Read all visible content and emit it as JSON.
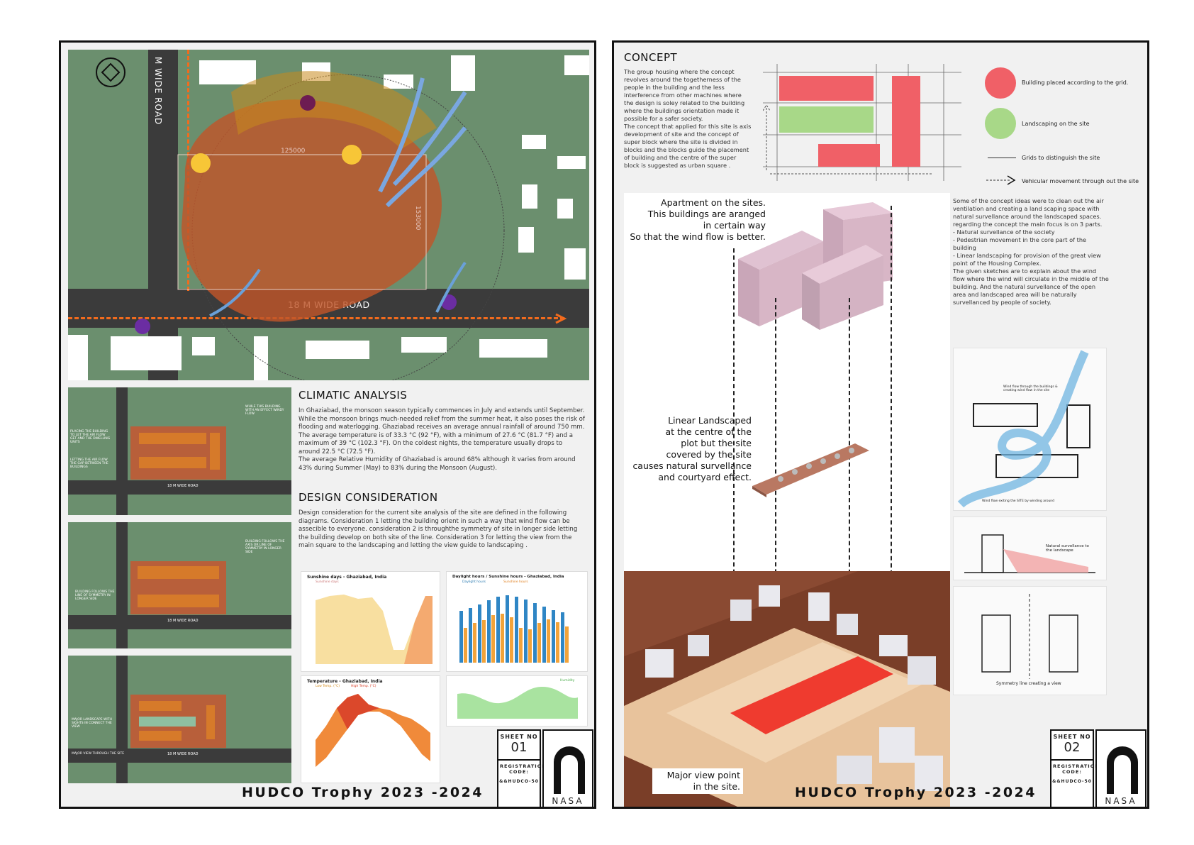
{
  "colors": {
    "map_green": "#6b8f6e",
    "road": "#3b3b3b",
    "sun_path": "#c0552a",
    "grid_red": "#f06067",
    "grid_green": "#a8d888",
    "wind_blue": "#7aa7e0",
    "orange_block": "#d67a2a"
  },
  "sheet1": {
    "map": {
      "road_vertical_label": "M WIDE ROAD",
      "road_horizontal_label": "18 M WIDE ROAD",
      "dim_horizontal": "125000",
      "dim_vertical": "153000"
    },
    "thumbnails": [
      {
        "road_label": "18 M WIDE ROAD",
        "note_left": "PLACING THE BUILDING TO LET THE AIR FLOW GET AND THE DWELLING UNITS",
        "note_left2": "LETTING THE AIR FLOW THE GAP BETWEEN THE BUILDINGS",
        "note_right": "WHILE THIS BUILDING WITH AN EFFECT WINDY FLOW"
      },
      {
        "road_label": "18 M WIDE ROAD",
        "note_left": "BUILDING FOLLOWS THE LINE OF SYMMETRY IN LONGER SIDE",
        "note_right": "BUILDING FOLLOWS THE AXIS OR LINE OF SYMMETRY IN LONGER SIDE"
      },
      {
        "road_label": "18 M WIDE ROAD",
        "note_left": "MAJOR LANDSCAPE WITH SIGHTS IN CONNECT THE VIEW",
        "note_left2": "MAJOR VIEW THROUGH THE SITE"
      }
    ],
    "climatic_analysis": {
      "title": "CLIMATIC ANALYSIS",
      "text": "In Ghaziabad, the monsoon season typically commences in July and extends until September. While the monsoon brings much-needed relief from the summer heat, it also poses the risk of flooding and waterlogging. Ghaziabad receives an average annual rainfall of around 750 mm.\nThe average temperature is of 33.3 °C (92 °F), with a minimum of 27.6 °C (81.7 °F) and a maximum of 39 °C (102.3 °F). On the coldest nights, the temperature usually drops to around 22.5 °C (72.5 °F).\nThe average Relative Humidity of Ghaziabad is around 68% although it varies from around 43% during Summer (May) to 83% during the Monsoon (August)."
    },
    "design_consideration": {
      "title": "DESIGN CONSIDERATION",
      "text": "Design consideration for the current site analysis of the site are defined in the following diagrams. Consideration 1 letting the building orient in such a way that wind flow can be assecible to everyone. consideration 2 is throughthe symmetry of site in longer side letting the building develop on both site of the line. Consideration 3 for letting the view from the main square to the landscaping and letting the view guide to landscaping ."
    },
    "charts": {
      "sunshine": {
        "title": "Sunshine days - Ghaziabad, India",
        "legend": "Sunshine days"
      },
      "daylight": {
        "title": "Daylight hours / Sunshine hours - Ghaziabad, India",
        "legend": [
          "Daylight hours",
          "Sunshine hours"
        ]
      },
      "temperature": {
        "title": "Temperature - Ghaziabad, India",
        "legend": [
          "Low Temp. (°C)",
          "High Temp. (°C)"
        ]
      },
      "humidity": {
        "legend": "Humidity"
      }
    },
    "sheet_no_label": "SHEET NO",
    "sheet_no": "01",
    "reg_label": "REGISTRATION CODE:",
    "reg_code": "&&HUDCO-50",
    "footer": "HUDCO Trophy 2023 -2024",
    "logo_text": "NASA"
  },
  "sheet2": {
    "concept": {
      "title": "CONCEPT",
      "text": "The group housing where the concept revolves around the togetherness of the people in the building and the less interference from other machines where the design is soley related to the building where the buildings orientation made it possible for a safer society.\nThe concept that applied for this site is axis development of site and the concept of super block where the site is divided in blocks and the blocks guide the placement of building and the centre of the super block is suggested as urban square ."
    },
    "legend": [
      "Building placed according to the grid.",
      "Landscaping on the site",
      "Grids to distinguish the site",
      "Vehicular movement through out the site"
    ],
    "caption_apartment": "Apartment on the sites.\nThis buildings are aranged\nin certain way\nSo that the wind flow is better.",
    "caption_landscape": "Linear Landscaped\nat the centre of the\nplot but the site\ncovered by the site\ncauses natural survellance\nand courtyard effect.",
    "caption_view": "Major view point\nin the site.",
    "concept_ideas": "Some of the concept ideas were to clean out the air ventilation and creating a land scaping space with natural survellance around the landscaped spaces. regarding the concept the main focus is on 3 parts.\n-  Natural survellance of the society\n-  Pedestrian movement in the core part of the building\n-  Linear landscaping for provision of the great view point of the Housing Complex.\nThe given sketches are to explain about the wind flow where the wind will circulate in the middle of the building. And the natural survellance of the open area and landscaped area will be naturally survellanced by people of society.",
    "sketch1_top": "Wind flow through the buildings & creating wind flow in the site",
    "sketch1_bottom": "Wind flow exiting the SITE by winding around",
    "sketch2_label": "Natural survellance to the landscape",
    "sketch3_label": "Symmetry line creating a view",
    "sheet_no_label": "SHEET NO",
    "sheet_no": "02",
    "reg_label": "REGISTRATION CODE:",
    "reg_code": "&&HUDCO-50",
    "footer": "HUDCO Trophy 2023 -2024",
    "logo_text": "NASA"
  }
}
